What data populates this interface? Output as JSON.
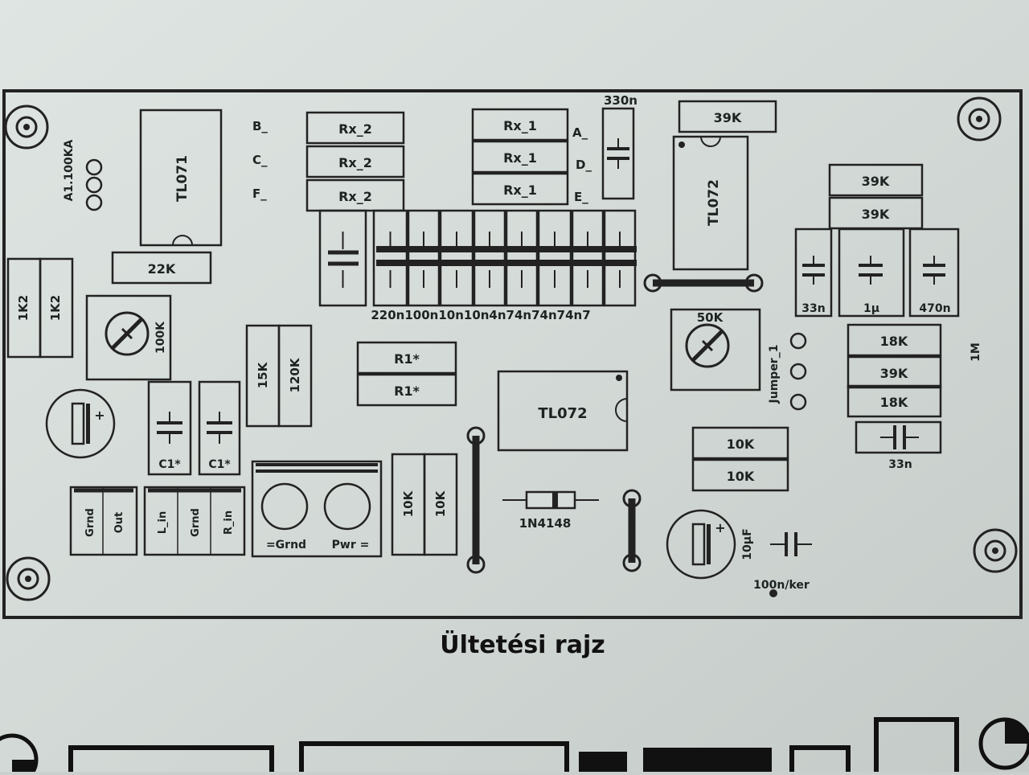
{
  "title": "Ültetési rajz",
  "ics": [
    {
      "id": "u1",
      "label": "TL071"
    },
    {
      "id": "u2",
      "label": "TL072"
    },
    {
      "id": "u3",
      "label": "TL072"
    }
  ],
  "resistors": [
    {
      "id": "r_b",
      "label": "Rx_2"
    },
    {
      "id": "r_c",
      "label": "Rx_2"
    },
    {
      "id": "r_f",
      "label": "Rx_2"
    },
    {
      "id": "r_a",
      "label": "Rx_1"
    },
    {
      "id": "r_d",
      "label": "Rx_1"
    },
    {
      "id": "r_e",
      "label": "Rx_1"
    },
    {
      "id": "r_39k_top",
      "label": "39K"
    },
    {
      "id": "r_39k_a",
      "label": "39K"
    },
    {
      "id": "r_39k_b",
      "label": "39K"
    },
    {
      "id": "r_22k",
      "label": "22K"
    },
    {
      "id": "r_1k2_a",
      "label": "1K2"
    },
    {
      "id": "r_1k2_b",
      "label": "1K2"
    },
    {
      "id": "r_15k",
      "label": "15K"
    },
    {
      "id": "r_120k",
      "label": "120K"
    },
    {
      "id": "r_r1_a",
      "label": "R1*"
    },
    {
      "id": "r_r1_b",
      "label": "R1*"
    },
    {
      "id": "r_18k_a",
      "label": "18K"
    },
    {
      "id": "r_39k_c",
      "label": "39K"
    },
    {
      "id": "r_18k_b",
      "label": "18K"
    },
    {
      "id": "r_10k_a",
      "label": "10K"
    },
    {
      "id": "r_10k_b",
      "label": "10K"
    },
    {
      "id": "r_10k_c",
      "label": "10K"
    },
    {
      "id": "r_10k_d",
      "label": "10K"
    }
  ],
  "pin_labels": {
    "b": "B_",
    "c": "C_",
    "f": "F_",
    "a": "A_",
    "d": "D_",
    "e": "E_"
  },
  "capacitors": {
    "c330n": "330n",
    "filter_row": "220n100n10n10n4n74n74n74n7",
    "c33n_a": "33n",
    "c1u": "1μ",
    "c470n": "470n",
    "c1_a": "C1*",
    "c1_b": "C1*",
    "c33n_b": "33n",
    "c10u": "10μF",
    "c100n": "100n/ker"
  },
  "potentiometers": {
    "pot_side": "A1.100KA",
    "pot_100k": "100K",
    "pot_50k": "50K"
  },
  "jumper": "Jumper_1",
  "diode": "1N4148",
  "connectors": {
    "grnd": "Grnd",
    "out": "Out",
    "l_in": "L_in",
    "grnd2": "Grnd",
    "r_in": "R_in",
    "power_grnd": "=Grnd",
    "power_pwr": "Pwr ="
  },
  "side_mark": "1M"
}
